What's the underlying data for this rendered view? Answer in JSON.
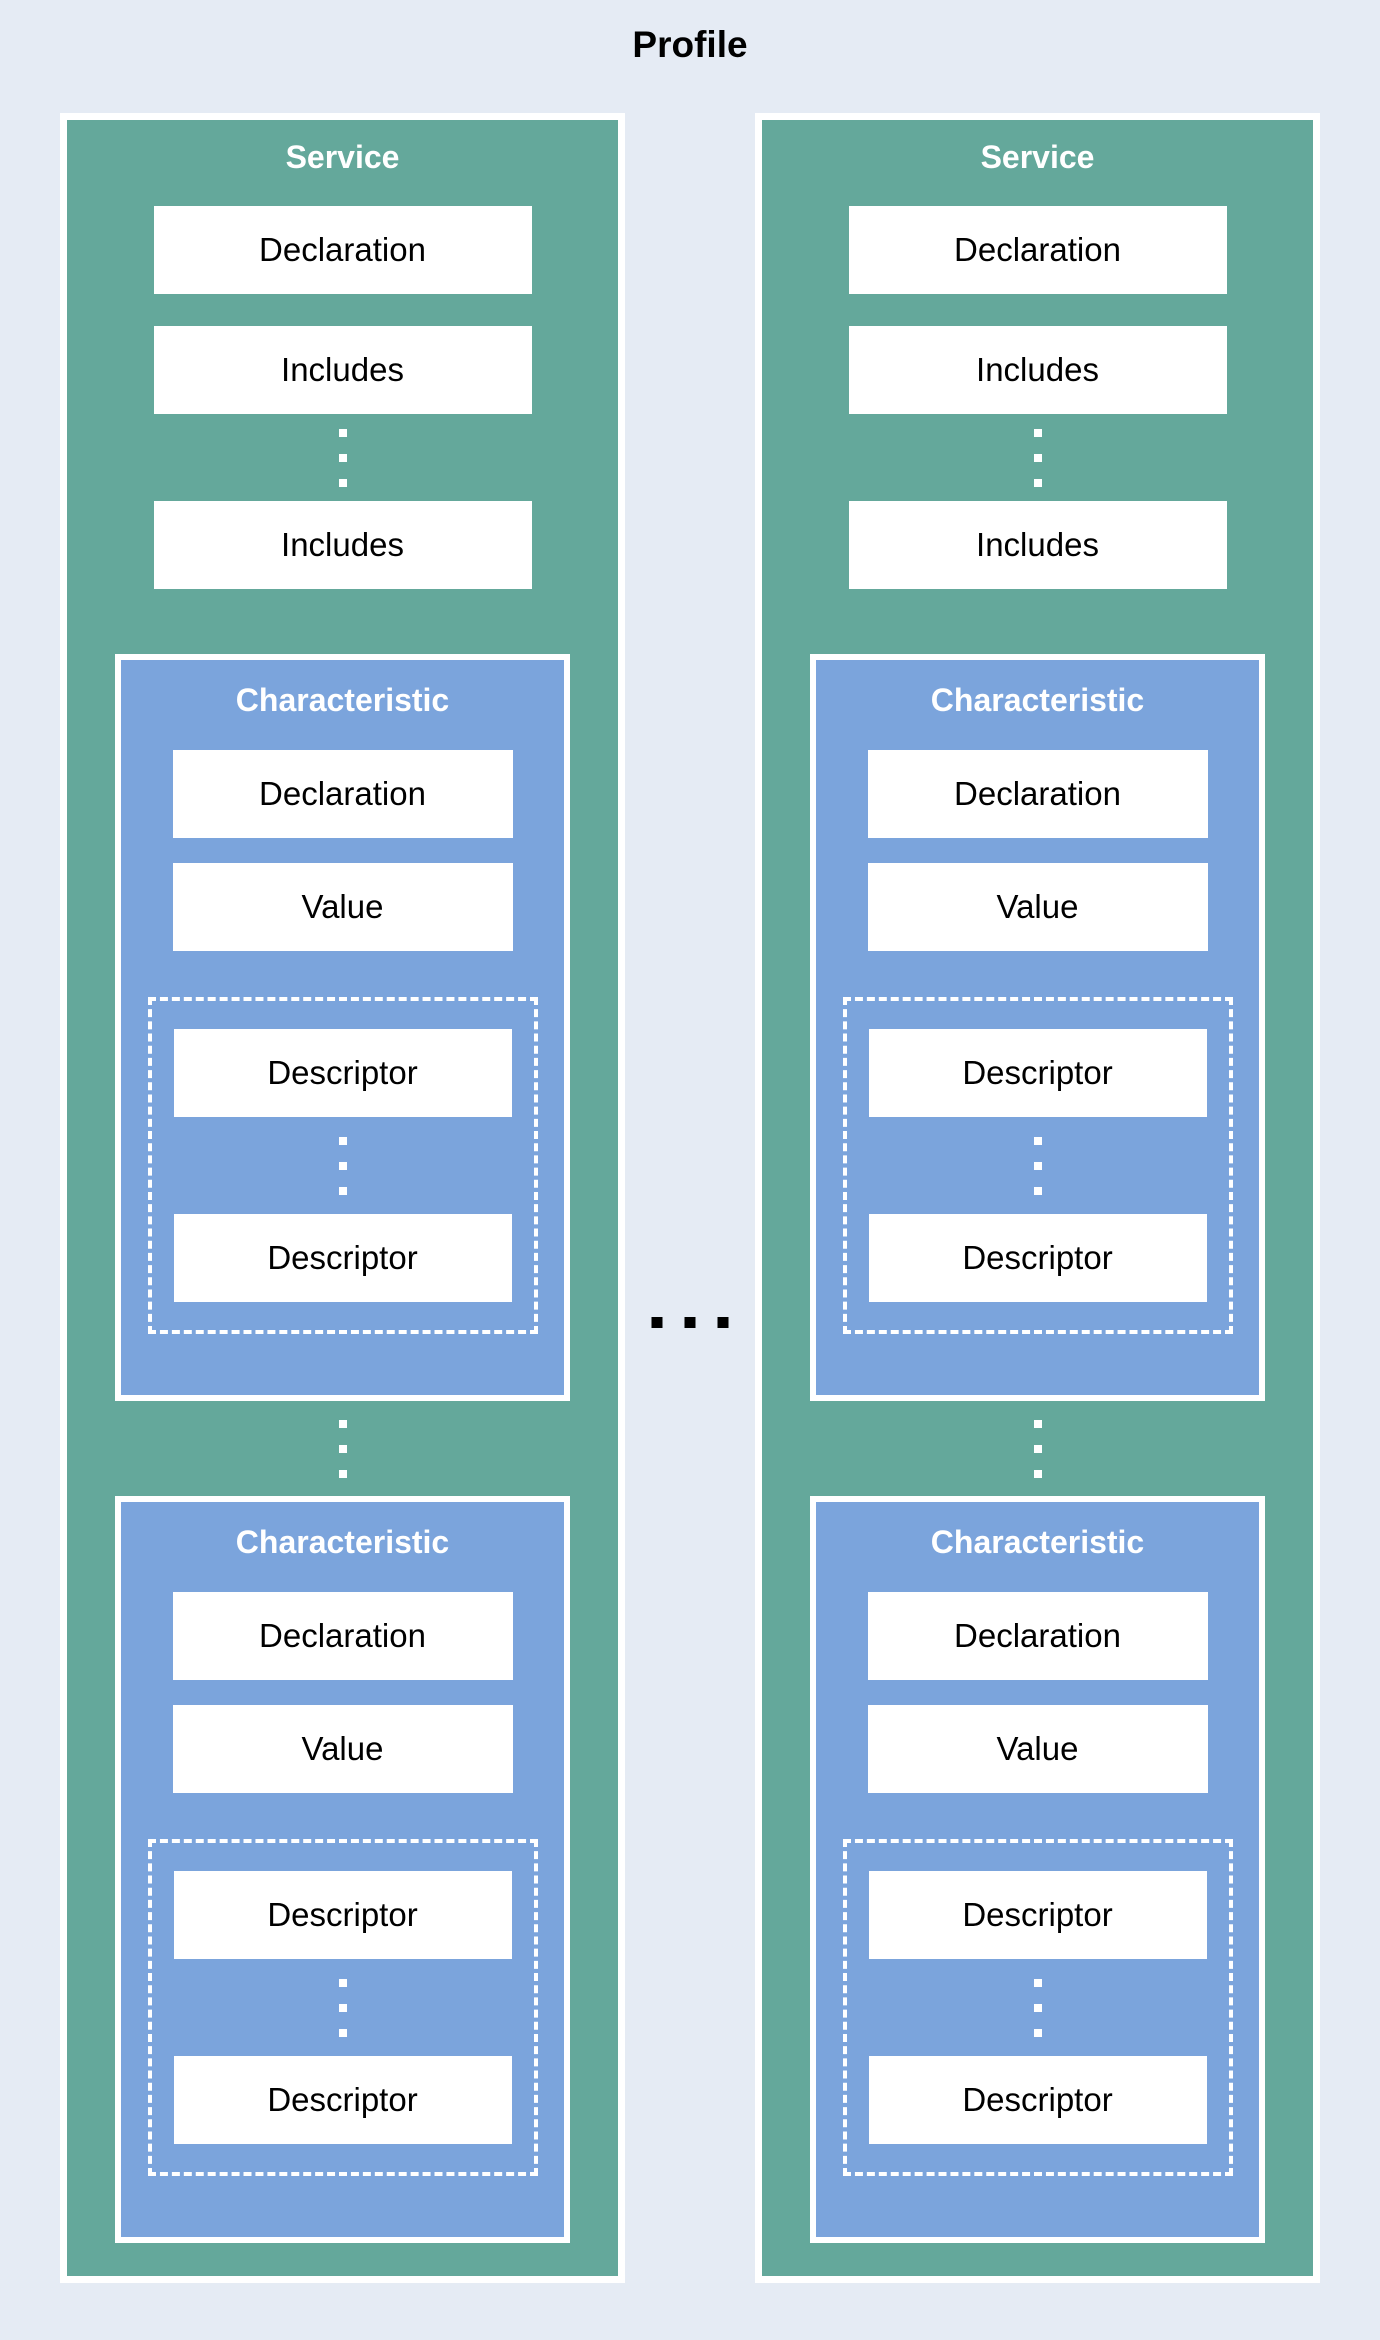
{
  "title": "Profile",
  "colors": {
    "background": "#e5ebf4",
    "service_fill": "#64a89b",
    "characteristic_fill": "#7ba4dc",
    "box_fill": "#ffffff",
    "box_text": "#000000",
    "header_text": "#ffffff"
  },
  "icons": {
    "vertical_ellipsis": "vertical-ellipsis",
    "horizontal_ellipsis": "horizontal-ellipsis"
  },
  "services": [
    {
      "header": "Service",
      "declaration": "Declaration",
      "includes_first": "Includes",
      "includes_last": "Includes",
      "characteristics": [
        {
          "header": "Characteristic",
          "declaration": "Declaration",
          "value": "Value",
          "descriptor_first": "Descriptor",
          "descriptor_last": "Descriptor"
        },
        {
          "header": "Characteristic",
          "declaration": "Declaration",
          "value": "Value",
          "descriptor_first": "Descriptor",
          "descriptor_last": "Descriptor"
        }
      ]
    },
    {
      "header": "Service",
      "declaration": "Declaration",
      "includes_first": "Includes",
      "includes_last": "Includes",
      "characteristics": [
        {
          "header": "Characteristic",
          "declaration": "Declaration",
          "value": "Value",
          "descriptor_first": "Descriptor",
          "descriptor_last": "Descriptor"
        },
        {
          "header": "Characteristic",
          "declaration": "Declaration",
          "value": "Value",
          "descriptor_first": "Descriptor",
          "descriptor_last": "Descriptor"
        }
      ]
    }
  ]
}
